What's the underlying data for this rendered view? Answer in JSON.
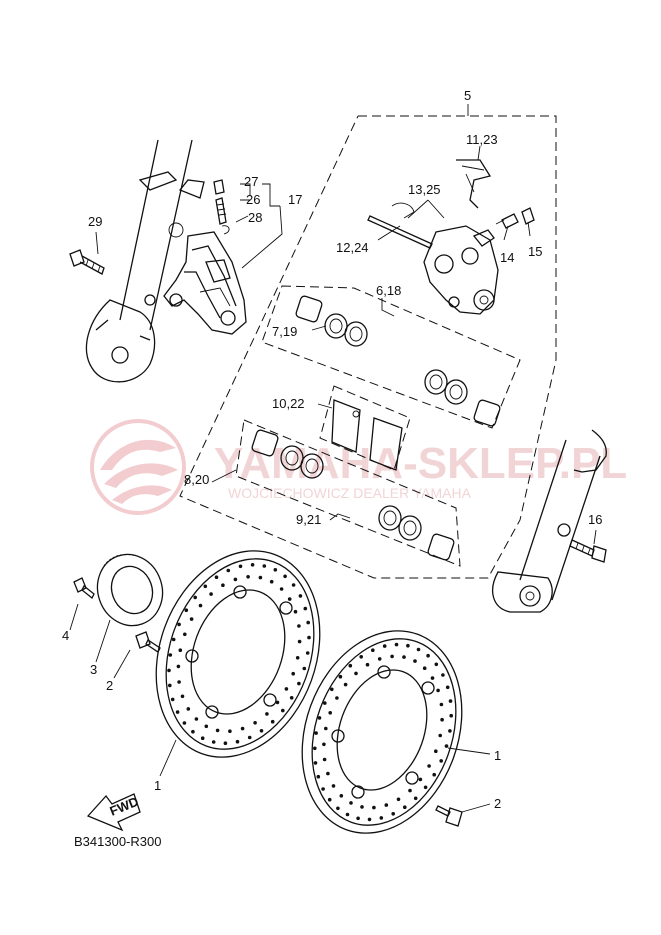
{
  "diagram_code": "B341300-R300",
  "fwd_arrow_text": "FWD",
  "watermark": {
    "title": "YAMAHA-SKLEP.PL",
    "subtitle": "WOJCIECHOWICZ DEALER YAMAHA",
    "color": "#e9a4a8"
  },
  "callouts": [
    {
      "id": "c-5",
      "text": "5"
    },
    {
      "id": "c-11-23",
      "text": "11,23"
    },
    {
      "id": "c-13-25",
      "text": "13,25"
    },
    {
      "id": "c-12-24",
      "text": "12,24"
    },
    {
      "id": "c-14",
      "text": "14"
    },
    {
      "id": "c-15",
      "text": "15"
    },
    {
      "id": "c-6-18",
      "text": "6,18"
    },
    {
      "id": "c-7-19",
      "text": "7,19"
    },
    {
      "id": "c-10-22",
      "text": "10,22"
    },
    {
      "id": "c-8-20",
      "text": "8,20"
    },
    {
      "id": "c-9-21",
      "text": "9,21"
    },
    {
      "id": "c-27",
      "text": "27"
    },
    {
      "id": "c-26",
      "text": "26"
    },
    {
      "id": "c-17",
      "text": "17"
    },
    {
      "id": "c-28",
      "text": "28"
    },
    {
      "id": "c-29",
      "text": "29"
    },
    {
      "id": "c-16",
      "text": "16"
    },
    {
      "id": "c-4",
      "text": "4"
    },
    {
      "id": "c-3",
      "text": "3"
    },
    {
      "id": "c-2-left",
      "text": "2"
    },
    {
      "id": "c-1-left",
      "text": "1"
    },
    {
      "id": "c-1-right",
      "text": "1"
    },
    {
      "id": "c-2-right",
      "text": "2"
    }
  ]
}
